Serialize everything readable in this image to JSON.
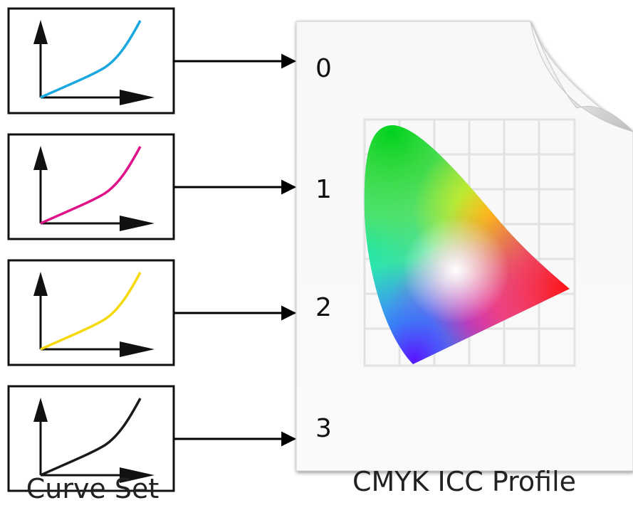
{
  "curve_set": {
    "caption": "Curve Set",
    "curves": [
      {
        "color": "#1aa7e0",
        "channel": "0"
      },
      {
        "color": "#e0128a",
        "channel": "1"
      },
      {
        "color": "#f5d90a",
        "channel": "2"
      },
      {
        "color": "#1a1a1a",
        "channel": "3"
      }
    ]
  },
  "profile": {
    "caption": "CMYK ICC Profile",
    "icons": [
      "document-page-icon",
      "chromaticity-diagram-icon",
      "page-curl-icon"
    ]
  }
}
